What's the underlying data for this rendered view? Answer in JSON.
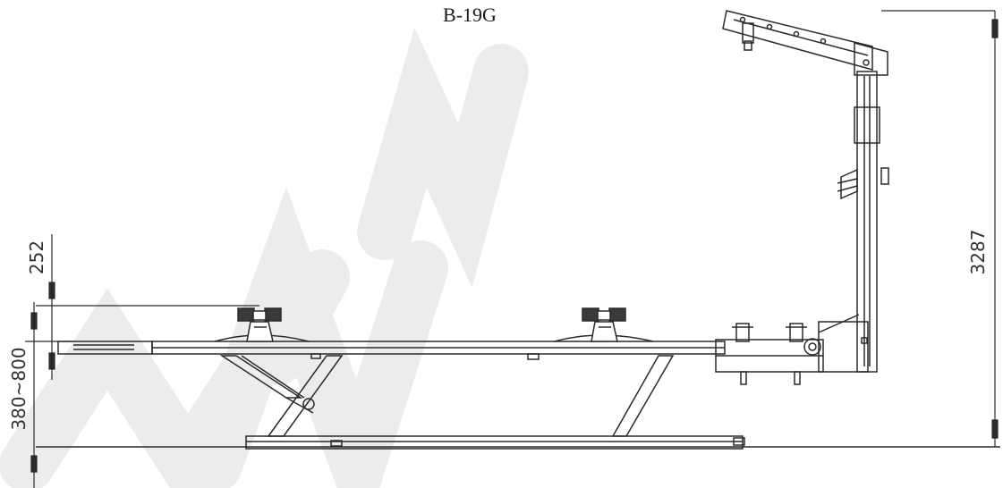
{
  "drawing": {
    "model": "B-19G",
    "dimensions": {
      "overall_height": "3287",
      "clamp_height": "252",
      "platform_height": "380~800"
    },
    "colors": {
      "line": "#2a2a2a",
      "watermark": "#e9e9e9",
      "background": "#ffffff"
    }
  }
}
